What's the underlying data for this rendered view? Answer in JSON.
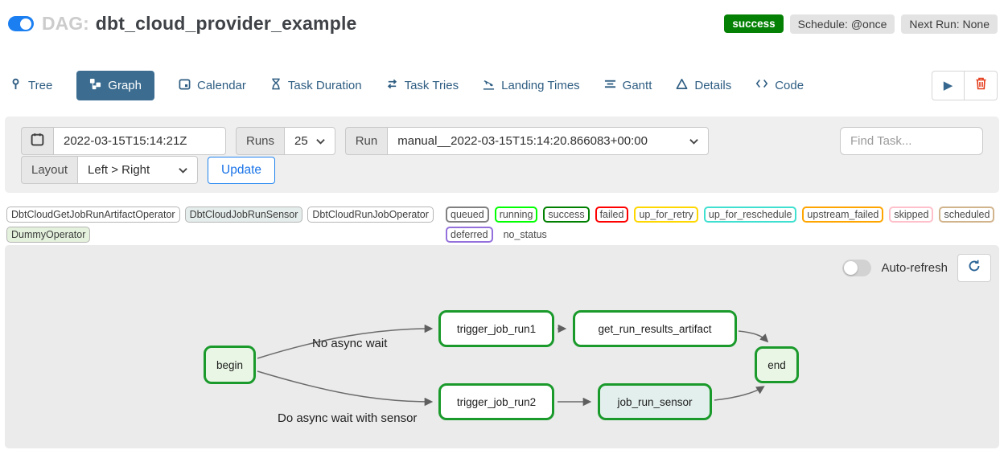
{
  "header": {
    "dag_toggle_on": true,
    "dag_label": "DAG:",
    "dag_name": "dbt_cloud_provider_example",
    "status_badge": "success",
    "status_color": "#048104",
    "schedule_badge": "Schedule: @once",
    "next_run_badge": "Next Run: None"
  },
  "tabs": [
    {
      "label": "Tree",
      "icon": "tree-icon",
      "active": false
    },
    {
      "label": "Graph",
      "icon": "graph-icon",
      "active": true
    },
    {
      "label": "Calendar",
      "icon": "calendar-icon",
      "active": false
    },
    {
      "label": "Task Duration",
      "icon": "hourglass-icon",
      "active": false
    },
    {
      "label": "Task Tries",
      "icon": "repeat-icon",
      "active": false
    },
    {
      "label": "Landing Times",
      "icon": "plane-landing-icon",
      "active": false
    },
    {
      "label": "Gantt",
      "icon": "align-icon",
      "active": false
    },
    {
      "label": "Details",
      "icon": "triangle-icon",
      "active": false
    },
    {
      "label": "Code",
      "icon": "code-icon",
      "active": false
    }
  ],
  "toolbar": {
    "play": "trigger-dag",
    "delete": "delete-dag"
  },
  "filters": {
    "base_date": "2022-03-15T15:14:21Z",
    "runs_label": "Runs",
    "runs_value": "25",
    "run_label": "Run",
    "run_value": "manual__2022-03-15T15:14:20.866083+00:00",
    "find_task_placeholder": "Find Task...",
    "layout_label": "Layout",
    "layout_value": "Left > Right",
    "update_label": "Update"
  },
  "legend": {
    "operators": [
      {
        "label": "DbtCloudGetJobRunArtifactOperator",
        "color": "#ffffff"
      },
      {
        "label": "DbtCloudJobRunSensor",
        "color": "#e4edeb"
      },
      {
        "label": "DbtCloudRunJobOperator",
        "color": "#ffffff"
      },
      {
        "label": "DummyOperator",
        "color": "#e4f1dc"
      }
    ],
    "statuses": [
      {
        "label": "queued",
        "color": "#808080"
      },
      {
        "label": "running",
        "color": "#00ff00"
      },
      {
        "label": "success",
        "color": "#008000"
      },
      {
        "label": "failed",
        "color": "#ff0000"
      },
      {
        "label": "up_for_retry",
        "color": "#ffd700"
      },
      {
        "label": "up_for_reschedule",
        "color": "#40e0d0"
      },
      {
        "label": "upstream_failed",
        "color": "#ffa500"
      },
      {
        "label": "skipped",
        "color": "#ffc0cb"
      },
      {
        "label": "scheduled",
        "color": "#d2b48c"
      },
      {
        "label": "deferred",
        "color": "#9370db"
      },
      {
        "label": "no_status",
        "color": "#ffffff"
      }
    ]
  },
  "graph": {
    "auto_refresh_label": "Auto-refresh",
    "auto_refresh_on": false,
    "nodes": [
      {
        "id": "begin",
        "label": "begin",
        "fill": "#e9f6e5",
        "border": "#1b9a2c"
      },
      {
        "id": "trigger_job_run1",
        "label": "trigger_job_run1",
        "fill": "#ffffff",
        "border": "#1b9a2c"
      },
      {
        "id": "get_run_results_artifact",
        "label": "get_run_results_artifact",
        "fill": "#ffffff",
        "border": "#1b9a2c"
      },
      {
        "id": "end",
        "label": "end",
        "fill": "#e9f6e5",
        "border": "#1b9a2c"
      },
      {
        "id": "trigger_job_run2",
        "label": "trigger_job_run2",
        "fill": "#ffffff",
        "border": "#1b9a2c"
      },
      {
        "id": "job_run_sensor",
        "label": "job_run_sensor",
        "fill": "#e2efec",
        "border": "#1b9a2c"
      }
    ],
    "edge_labels": [
      {
        "text": "No async wait"
      },
      {
        "text": "Do async wait with sensor"
      }
    ]
  }
}
